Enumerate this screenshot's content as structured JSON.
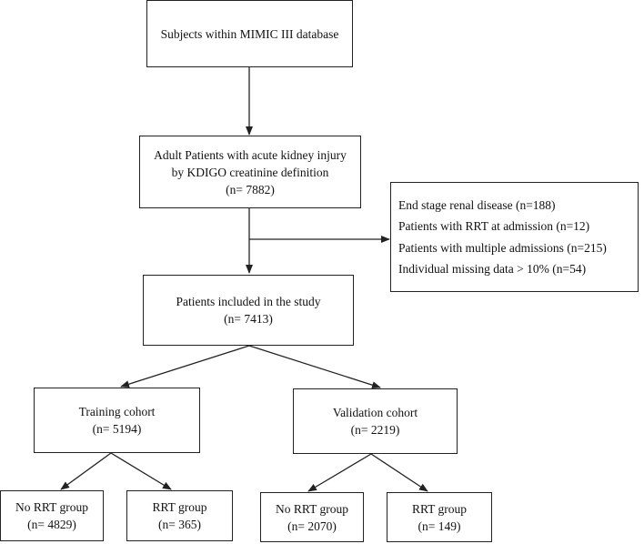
{
  "nodes": {
    "source": [
      "Subjects within MIMIC III database"
    ],
    "aki": [
      "Adult Patients with acute kidney injury",
      "by KDIGO creatinine definition",
      "(n= 7882)"
    ],
    "exclusions": [
      "End stage renal disease (n=188)",
      "Patients with RRT at admission (n=12)",
      "Patients with multiple admissions (n=215)",
      "Individual missing data > 10% (n=54)"
    ],
    "included": [
      "Patients included in the study",
      "(n= 7413)"
    ],
    "training": [
      "Training cohort",
      "(n= 5194)"
    ],
    "validation": [
      "Validation cohort",
      "(n= 2219)"
    ],
    "train_no_rrt": [
      "No RRT group",
      "(n= 4829)"
    ],
    "train_rrt": [
      "RRT group",
      "(n= 365)"
    ],
    "val_no_rrt": [
      "No RRT group",
      "(n= 2070)"
    ],
    "val_rrt": [
      "RRT group",
      "(n= 149)"
    ]
  }
}
